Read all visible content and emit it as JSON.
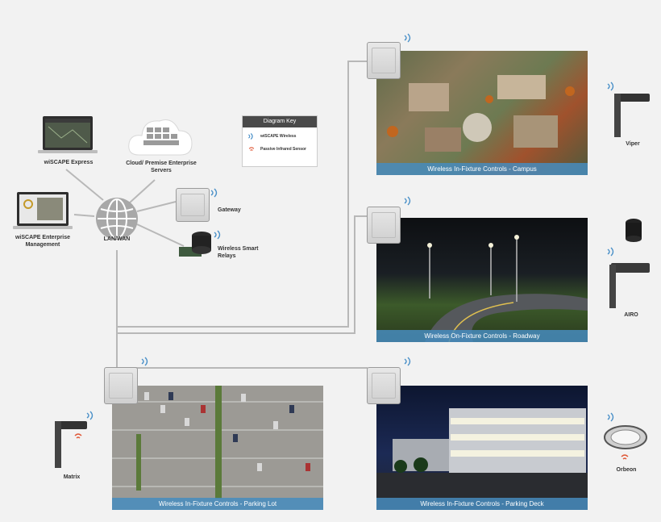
{
  "diagram_key": {
    "title": "Diagram Key",
    "items": [
      {
        "label": "wiSCAPE Wireless",
        "icon": "wireless-signal-icon",
        "color": "#4a90c8"
      },
      {
        "label": "Passive Infrared Sensor",
        "icon": "infrared-sensor-icon",
        "color": "#e05a3a"
      }
    ]
  },
  "nodes": {
    "wiscape_express": "wiSCAPE Express",
    "cloud_servers": "Cloud/ Premise Enterprise Servers",
    "enterprise_management": "wiSCAPE Enterprise Management",
    "lan_wan": "LAN/WAN",
    "gateway": "Gateway",
    "smart_relays": "Wireless Smart Relays"
  },
  "scenes": {
    "campus": "Wireless In-Fixture Controls - Campus",
    "roadway": "Wireless On-Fixture Controls - Roadway",
    "parking_lot": "Wireless In-Fixture Controls - Parking Lot",
    "parking_deck": "Wireless In-Fixture Controls - Parking Deck"
  },
  "fixtures": {
    "viper": "Viper",
    "airo": "AIRO",
    "matrix": "Matrix",
    "orbeon": "Orbeon"
  },
  "colors": {
    "wire": "#b5b5b5",
    "caption": "#468cbe",
    "wireless": "#4a90c8",
    "infrared": "#e05a3a"
  }
}
